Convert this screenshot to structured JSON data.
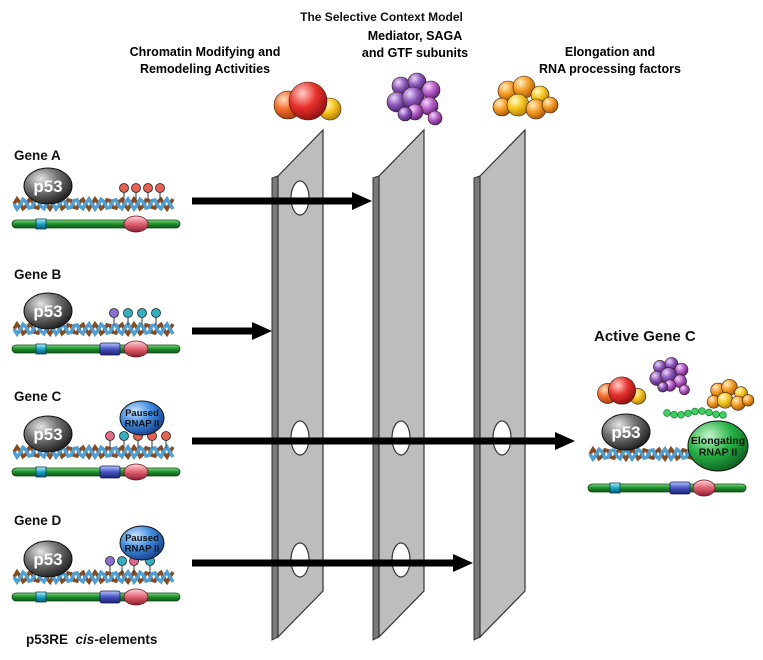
{
  "title": "The Selective Context Model",
  "categories": [
    {
      "lines": [
        "Chromatin Modifying and",
        "Remodeling Activities"
      ],
      "color": "#d8232a"
    },
    {
      "lines": [
        "Mediator, SAGA",
        "and GTF subunits"
      ],
      "color": "#6b4ca8"
    },
    {
      "lines": [
        "Elongation and",
        "RNA processing factors"
      ],
      "color": "#ee8a1c"
    }
  ],
  "genes": [
    {
      "label": "Gene A",
      "protein": "p53"
    },
    {
      "label": "Gene B",
      "protein": "p53"
    },
    {
      "label": "Gene C",
      "protein": "p53",
      "polymerase": [
        "Paused",
        "RNAP II"
      ]
    },
    {
      "label": "Gene D",
      "protein": "p53",
      "polymerase": [
        "Paused",
        "RNAP II"
      ]
    }
  ],
  "active_gene": {
    "label": "Active Gene C",
    "protein": "p53",
    "polymerase": [
      "Elongating",
      "RNAP II"
    ]
  },
  "footer": {
    "prefix": "p53RE",
    "italic": "cis",
    "suffix": "-elements"
  },
  "colors": {
    "red_factor": "#e8302b",
    "purple_factor": "#8a55b8",
    "orange_factor": "#f39a1e",
    "dna_blue": "#4a9fd8",
    "dna_brown": "#8b4a1c",
    "green_bar": "#2aa33a",
    "paused_pol": "#2f7fd6",
    "elongating_pol": "#21b040",
    "panel_gray": "#bdbdbd"
  },
  "flows": [
    {
      "gene": "Gene A",
      "passes_filters": 1
    },
    {
      "gene": "Gene B",
      "passes_filters": 0
    },
    {
      "gene": "Gene C",
      "passes_filters": 3
    },
    {
      "gene": "Gene D",
      "passes_filters": 2
    }
  ]
}
